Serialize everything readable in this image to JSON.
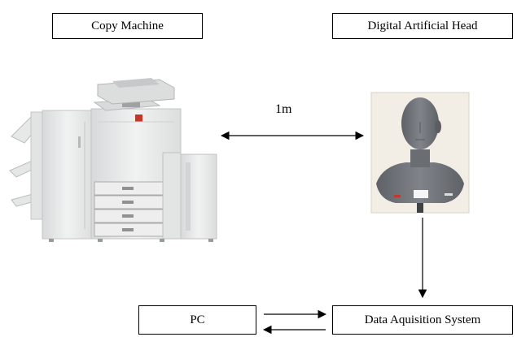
{
  "labels": {
    "copy_machine": "Copy Machine",
    "artificial_head": "Digital Artificial Head",
    "distance": "1m",
    "pc": "PC",
    "data_acquisition": "Data Aquisition System"
  },
  "icons": {
    "copier": "copy-machine-photo",
    "head": "artificial-head-photo"
  },
  "colors": {
    "line": "#000000",
    "head_gray": "#6f7378",
    "head_background": "#f3eee5",
    "copier_body": "#e9eaea"
  }
}
